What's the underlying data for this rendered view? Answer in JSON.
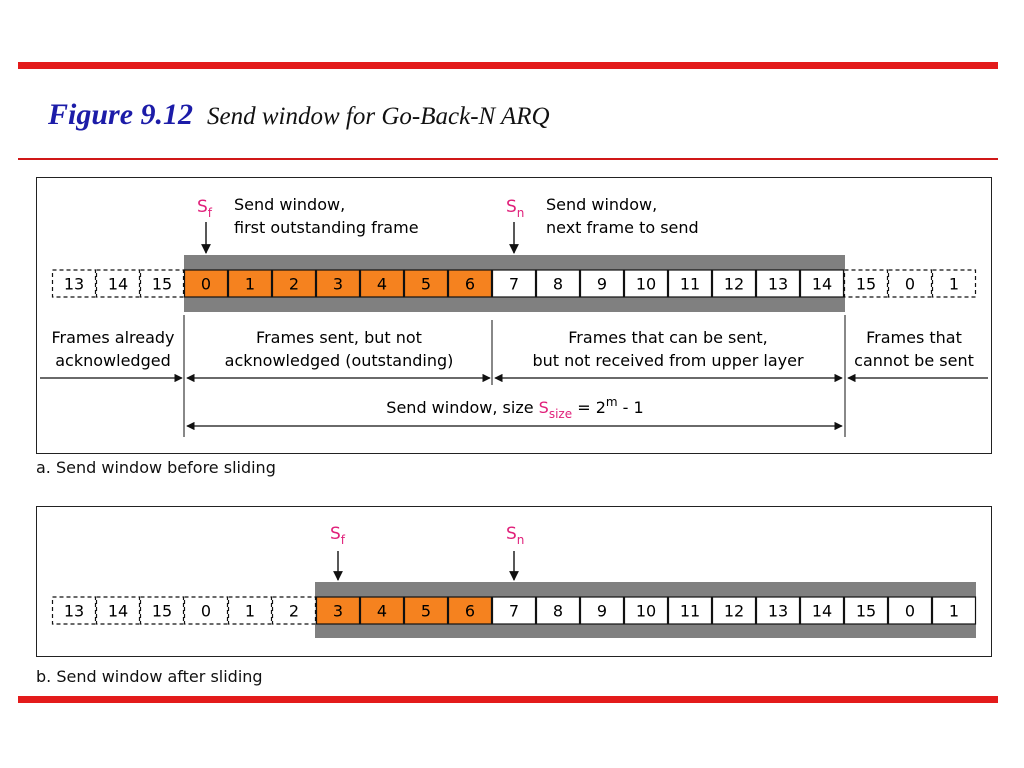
{
  "figure": {
    "number": "Figure 9.12",
    "caption": "Send window for Go-Back-N ARQ"
  },
  "colors": {
    "rule": "#e31b1b",
    "outstanding_fill": "#f5821f",
    "window_band": "#808080",
    "pointer_label": "#e0207a",
    "title": "#1c1ca8"
  },
  "panel_a": {
    "caption": "a. Send window before sliding",
    "frames": [
      {
        "label": "13",
        "state": "acknowledged"
      },
      {
        "label": "14",
        "state": "acknowledged"
      },
      {
        "label": "15",
        "state": "acknowledged"
      },
      {
        "label": "0",
        "state": "outstanding"
      },
      {
        "label": "1",
        "state": "outstanding"
      },
      {
        "label": "2",
        "state": "outstanding"
      },
      {
        "label": "3",
        "state": "outstanding"
      },
      {
        "label": "4",
        "state": "outstanding"
      },
      {
        "label": "5",
        "state": "outstanding"
      },
      {
        "label": "6",
        "state": "outstanding"
      },
      {
        "label": "7",
        "state": "sendable"
      },
      {
        "label": "8",
        "state": "sendable"
      },
      {
        "label": "9",
        "state": "sendable"
      },
      {
        "label": "10",
        "state": "sendable"
      },
      {
        "label": "11",
        "state": "sendable"
      },
      {
        "label": "12",
        "state": "sendable"
      },
      {
        "label": "13",
        "state": "sendable"
      },
      {
        "label": "14",
        "state": "sendable"
      },
      {
        "label": "15",
        "state": "unsendable"
      },
      {
        "label": "0",
        "state": "unsendable"
      },
      {
        "label": "1",
        "state": "unsendable"
      }
    ],
    "sf_label_main": "S",
    "sf_label_sub": "f",
    "sf_desc_1": "Send window,",
    "sf_desc_2": "first outstanding frame",
    "sn_label_main": "S",
    "sn_label_sub": "n",
    "sn_desc_1": "Send window,",
    "sn_desc_2": "next frame to send",
    "region_acked_1": "Frames already",
    "region_acked_2": "acknowledged",
    "region_out_1": "Frames sent, but not",
    "region_out_2": "acknowledged (outstanding)",
    "region_send_1": "Frames that can be sent,",
    "region_send_2": "but not received from upper layer",
    "region_cannot_1": "Frames that",
    "region_cannot_2": "cannot be sent",
    "size_text": "Send window, size ",
    "size_sym": "S",
    "size_sub": "size",
    "size_eq": " = 2",
    "size_sup": "m",
    "size_tail": " - 1"
  },
  "panel_b": {
    "caption": "b. Send window after sliding",
    "frames": [
      {
        "label": "13",
        "state": "acknowledged"
      },
      {
        "label": "14",
        "state": "acknowledged"
      },
      {
        "label": "15",
        "state": "acknowledged"
      },
      {
        "label": "0",
        "state": "acknowledged"
      },
      {
        "label": "1",
        "state": "acknowledged"
      },
      {
        "label": "2",
        "state": "acknowledged"
      },
      {
        "label": "3",
        "state": "outstanding"
      },
      {
        "label": "4",
        "state": "outstanding"
      },
      {
        "label": "5",
        "state": "outstanding"
      },
      {
        "label": "6",
        "state": "outstanding"
      },
      {
        "label": "7",
        "state": "sendable"
      },
      {
        "label": "8",
        "state": "sendable"
      },
      {
        "label": "9",
        "state": "sendable"
      },
      {
        "label": "10",
        "state": "sendable"
      },
      {
        "label": "11",
        "state": "sendable"
      },
      {
        "label": "12",
        "state": "sendable"
      },
      {
        "label": "13",
        "state": "sendable"
      },
      {
        "label": "14",
        "state": "sendable"
      },
      {
        "label": "15",
        "state": "sendable"
      },
      {
        "label": "0",
        "state": "sendable"
      },
      {
        "label": "1",
        "state": "sendable"
      }
    ],
    "sf_label_main": "S",
    "sf_label_sub": "f",
    "sn_label_main": "S",
    "sn_label_sub": "n"
  }
}
